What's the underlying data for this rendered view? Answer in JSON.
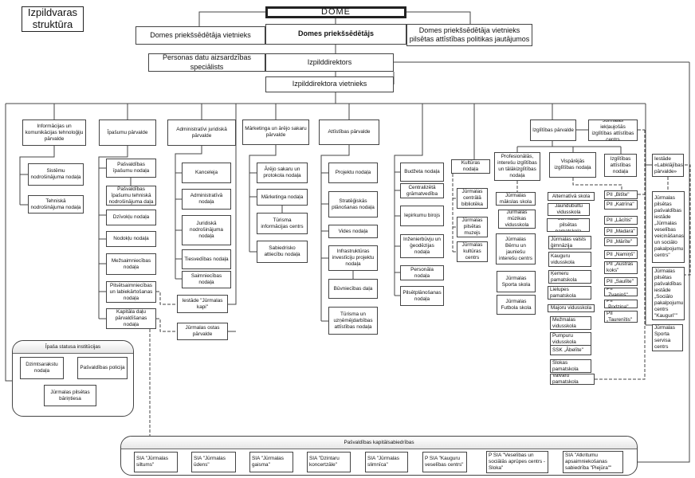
{
  "title": "Izpildvaras struktūra",
  "top": {
    "dome": "DOME",
    "vice": "Domes priekšsēdētāja vietnieks",
    "chair": "Domes priekšsēdētājs",
    "vice_dev": "Domes priekšsēdētāja vietnieks pilsētas attīstības politikas jautājumos",
    "data_protection": "Personas datu aizsardzības speciālists",
    "exec": "Izpilddirektors",
    "exec_deputy": "Izpilddirektora vietnieks"
  },
  "boxes": {
    "it": "Informācijas un komunikācijas tehnoloģiju pārvalde",
    "it1": "Sistēmu nodrošinājuma nodaļa",
    "it2": "Tehniskā nodrošinājuma nodaļa",
    "ip": "Īpašumu pārvalde",
    "ip1": "Pašvaldības īpašumu nodaļa",
    "ip2": "Pašvaldības īpašumu tehniskā nodrošinājuma daļa",
    "ip3": "Dzīvokļu nodaļa",
    "ip4": "Nodokļu nodaļa",
    "ip5": "Mežsaimniecības nodaļa",
    "ip6": "Pilsētsaimniecības un labiekārtošanas nodaļa",
    "ip7": "Kapitāla daļu pārvaldīšanas nodaļa",
    "aj": "Administratīvi juridiskā pārvalde",
    "aj1": "Kanceleja",
    "aj2": "Administratīvā nodaļa",
    "aj3": "Juridiskā nodrošinājuma nodaļa",
    "aj4": "Tiesvedības nodaļa",
    "aj5": "Saimniecības nodaļa",
    "kapi": "Iestāde \"Jūrmalas kapi\"",
    "osta": "Jūrmalas ostas pārvalde",
    "mk": "Mārketinga un ārējo sakaru pārvalde",
    "mk1": "Ārējo sakaru un protokola nodaļa",
    "mk2": "Mārketinga nodaļa",
    "mk3": "Tūrisma informācijas centrs",
    "mk4": "Sabiedrisko attiecību nodaļa",
    "at": "Attīstības pārvalde",
    "at1": "Projektu  nodaļa",
    "at2": "Stratēģiskās plānošanas nodaļa",
    "at3": "Vides nodaļa",
    "at4": "Infrastruktūras investīciju projektu nodaļa",
    "at5": "Būvniecības daļa",
    "at6": "Tūrisma un uzņēmējdarbības attīstības  nodaļa",
    "f1": "Budžeta nodaļa",
    "f2": "Centralizētā grāmatvedība",
    "f3": "Iepirkumu birojs",
    "f4": "Inženierbūvju un ģeodēzijas nodaļa",
    "f5": "Personāla nodaļa",
    "f6": "Pilsētplānošanas nodaļa",
    "ku": "Kultūras nodaļa",
    "ku1": "Jūrmalas centrālā bibliotēka",
    "ku2": "Jūrmalas pilsētas muzejs",
    "ku3": "Jūrmalas kultūras centrs",
    "iz": "Izglītības pārvalde",
    "izc": "Jūrmalas iekļaujošās izglītības attīstības centrs",
    "izp": "Profesionālās, interešu izglītības un tālākizglītības nodaļa",
    "izv": "Vispārējās izglītības  nodaļa",
    "iza": "Izglītības attīstības nodaļa",
    "p1": "Jūrmalas mākslas skola",
    "p2": "Jūrmalas mūzikas vidusskola",
    "p3": "Jūrmalas Bērnu un jauniešu interešu centrs",
    "p4": "Jūrmalas Sporta skola",
    "p5": "Jūrmalas Futbola skola",
    "s1": "Alternatīvā skola",
    "s2": "Jaundubultu vidusskola",
    "s3": "Jūrmalas pilsētas pamatskola",
    "s4": "Jūrmalas  valsts ģimnāzija",
    "s5": "Kauguru vidusskola",
    "s6": "Ķemeru pamatskola",
    "s7": "Lielupes pamatskola",
    "s8": "Majoru vidusskola",
    "s9": "Mežmalas vidusskola",
    "s10": "Pumpuru vidusskola",
    "s11": "SSK „Ābelīte\"",
    "s12": "Slokas pamatskola",
    "s13": "Vaivaru pamatskola",
    "k1": "PII „Bitīte\"",
    "k2": "PII „Katrīna\"",
    "k3": "PII „Lācītis\"",
    "k4": "PII „Madara\"",
    "k5": "PII „Mārīte\"",
    "k6": "PII „Namiņš\"",
    "k7": "PII „Austras koks\"",
    "k8": "PII „Saulīte\"",
    "k9": "PII „Zvaniņš\"",
    "k10": "PII „Podziņa\"",
    "k11": "PII „Taurenītis\"",
    "lb": "Iestāde «Labklājības pārvalde»",
    "lb1": "Jūrmalas pilsētas pašvaldības iestāde „Jūrmalas veselības veicināšanas un sociālo pakalpojumu centrs\"",
    "lb2": "Jūrmalas pilsētas pašvaldības iestāde „Sociālo pakalpojumu centrs \"Kauguri\"\"",
    "sp": "Jūrmalas Sporta servisa centrs",
    "sa1": "Dzimtsarakstu nodaļa",
    "sa2": "Pašvaldības policija",
    "sa3": "Jūrmalas pilsētas bāriņtiesa",
    "c1": "SIA \"Jūrmalas siltums\"",
    "c2": "SIA \"Jūrmalas ūdens\"",
    "c3": "SIA \"Jūrmalas gaisma\"",
    "c4": "SIA \"Dzintaru koncertzāle\"",
    "c5": "SIA \"Jūrmalas slimnīca\"",
    "c6": "P SIA \"Kauguru veselības centrs\"",
    "c7": "P SIA \"Veselības un sociālās aprūpes centrs - Sloka\"",
    "c8": "SIA \"Atkritumu apsaimniekošanas sabiedrība \"Piejūra\"\""
  },
  "groups": {
    "special": "Īpaša statusa institūcijas",
    "companies": "Pašvaldības kapitālsabiedrības"
  }
}
